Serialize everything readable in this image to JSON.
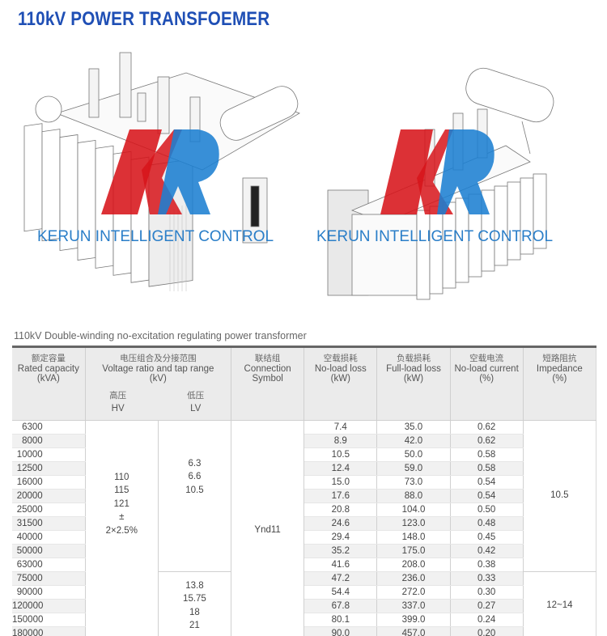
{
  "page": {
    "title": "110kV POWER TRANSFOEMER"
  },
  "illustrations": [
    {
      "name": "transformer-front-view",
      "watermark": "KERUN  INTELLIGENT CONTROL",
      "logo": "KR"
    },
    {
      "name": "transformer-rear-view",
      "watermark": "KERUN  INTELLIGENT CONTROL",
      "logo": "KR"
    }
  ],
  "colors": {
    "title": "#1f4fb5",
    "logo_red": "#d7141a",
    "logo_blue": "#1c7fd1",
    "watermark": "#2a7ec8",
    "header_bg": "#ebebeb",
    "row_alt_bg": "#f1f1f1"
  },
  "table": {
    "caption": "110kV Double-winding no-excitation regulating power transformer",
    "headers": {
      "capacity": {
        "zh": "额定容量",
        "en1": "Rated capacity",
        "en2": "(kVA)"
      },
      "voltage": {
        "zh": "电压组合及分接范围",
        "en1": "Voltage ratio and tap range",
        "en2": "(kV)",
        "hv_zh": "高压",
        "hv_en": "HV",
        "lv_zh": "低压",
        "lv_en": "LV"
      },
      "connection": {
        "zh": "联结组",
        "en1": "Connection",
        "en2": "Symbol"
      },
      "noload_loss": {
        "zh": "空载损耗",
        "en1": "No-load loss",
        "en2": "(kW)"
      },
      "fullload_loss": {
        "zh": "负载损耗",
        "en1": "Full-load loss",
        "en2": "(kW)"
      },
      "noload_current": {
        "zh": "空载电流",
        "en1": "No-load current",
        "en2": "(%)"
      },
      "impedance": {
        "zh": "短路阻抗",
        "en1": "Impedance",
        "en2": "(%)"
      }
    },
    "hv": [
      "110",
      "115",
      "121",
      "±",
      "2×2.5%"
    ],
    "lv_group1": [
      "6.3",
      "6.6",
      "10.5"
    ],
    "lv_group2": [
      "13.8",
      "15.75",
      "18",
      "21"
    ],
    "connection_symbol": "Ynd11",
    "impedance_group1": "10.5",
    "impedance_group2": "12~14",
    "rows": [
      {
        "capacity": "6300",
        "noload_loss": "7.4",
        "fullload_loss": "35.0",
        "noload_current": "0.62"
      },
      {
        "capacity": "8000",
        "noload_loss": "8.9",
        "fullload_loss": "42.0",
        "noload_current": "0.62"
      },
      {
        "capacity": "10000",
        "noload_loss": "10.5",
        "fullload_loss": "50.0",
        "noload_current": "0.58"
      },
      {
        "capacity": "12500",
        "noload_loss": "12.4",
        "fullload_loss": "59.0",
        "noload_current": "0.58"
      },
      {
        "capacity": "16000",
        "noload_loss": "15.0",
        "fullload_loss": "73.0",
        "noload_current": "0.54"
      },
      {
        "capacity": "20000",
        "noload_loss": "17.6",
        "fullload_loss": "88.0",
        "noload_current": "0.54"
      },
      {
        "capacity": "25000",
        "noload_loss": "20.8",
        "fullload_loss": "104.0",
        "noload_current": "0.50"
      },
      {
        "capacity": "31500",
        "noload_loss": "24.6",
        "fullload_loss": "123.0",
        "noload_current": "0.48"
      },
      {
        "capacity": "40000",
        "noload_loss": "29.4",
        "fullload_loss": "148.0",
        "noload_current": "0.45"
      },
      {
        "capacity": "50000",
        "noload_loss": "35.2",
        "fullload_loss": "175.0",
        "noload_current": "0.42"
      },
      {
        "capacity": "63000",
        "noload_loss": "41.6",
        "fullload_loss": "208.0",
        "noload_current": "0.38"
      },
      {
        "capacity": "75000",
        "noload_loss": "47.2",
        "fullload_loss": "236.0",
        "noload_current": "0.33"
      },
      {
        "capacity": "90000",
        "noload_loss": "54.4",
        "fullload_loss": "272.0",
        "noload_current": "0.30"
      },
      {
        "capacity": "120000",
        "noload_loss": "67.8",
        "fullload_loss": "337.0",
        "noload_current": "0.27"
      },
      {
        "capacity": "150000",
        "noload_loss": "80.1",
        "fullload_loss": "399.0",
        "noload_current": "0.24"
      },
      {
        "capacity": "180000",
        "noload_loss": "90.0",
        "fullload_loss": "457.0",
        "noload_current": "0.20"
      }
    ]
  }
}
